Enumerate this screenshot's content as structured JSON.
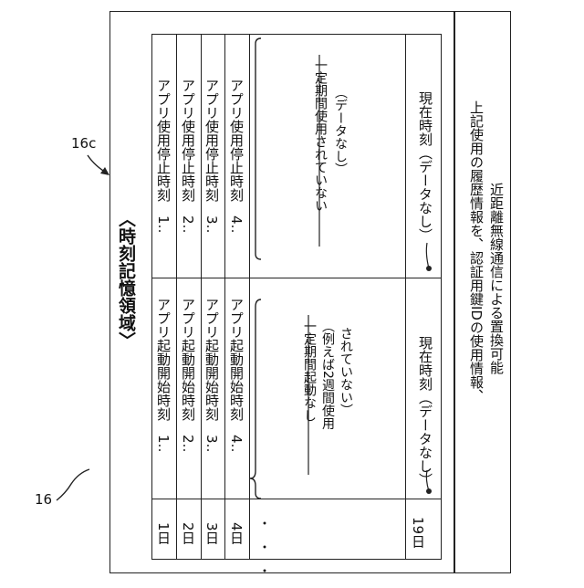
{
  "labels": {
    "ref_outer": "16",
    "ref_inner": "16c",
    "region_title": "〈時刻記憶領域〉",
    "side_note_1": "上記使用の履歴情報を、認証用鍵IDの使用情報、",
    "side_note_2": "近距離無線通信による置換可能"
  },
  "days": [
    "1日",
    "2日",
    "3日",
    "4日",
    "19日"
  ],
  "dots": "・・・",
  "start_times": [
    "アプリ起動開始時刻　1‥",
    "アプリ起動開始時刻　2‥",
    "アプリ起動開始時刻　3‥",
    "アプリ起動開始時刻　4‥"
  ],
  "stop_times": [
    "アプリ使用停止時刻　1‥",
    "アプリ使用停止時刻　2‥",
    "アプリ使用停止時刻　3‥",
    "アプリ使用停止時刻　4‥"
  ],
  "annotations": {
    "no_start_1": "一定期間起動なし",
    "no_start_2": "（例えば2週間使用",
    "no_start_3": "されていない）",
    "current_start": "現在時刻（データなし）",
    "unused_1": "一定期間使用されていない",
    "unused_2": "（データなし）",
    "current_stop": "現在時刻（データなし）"
  }
}
